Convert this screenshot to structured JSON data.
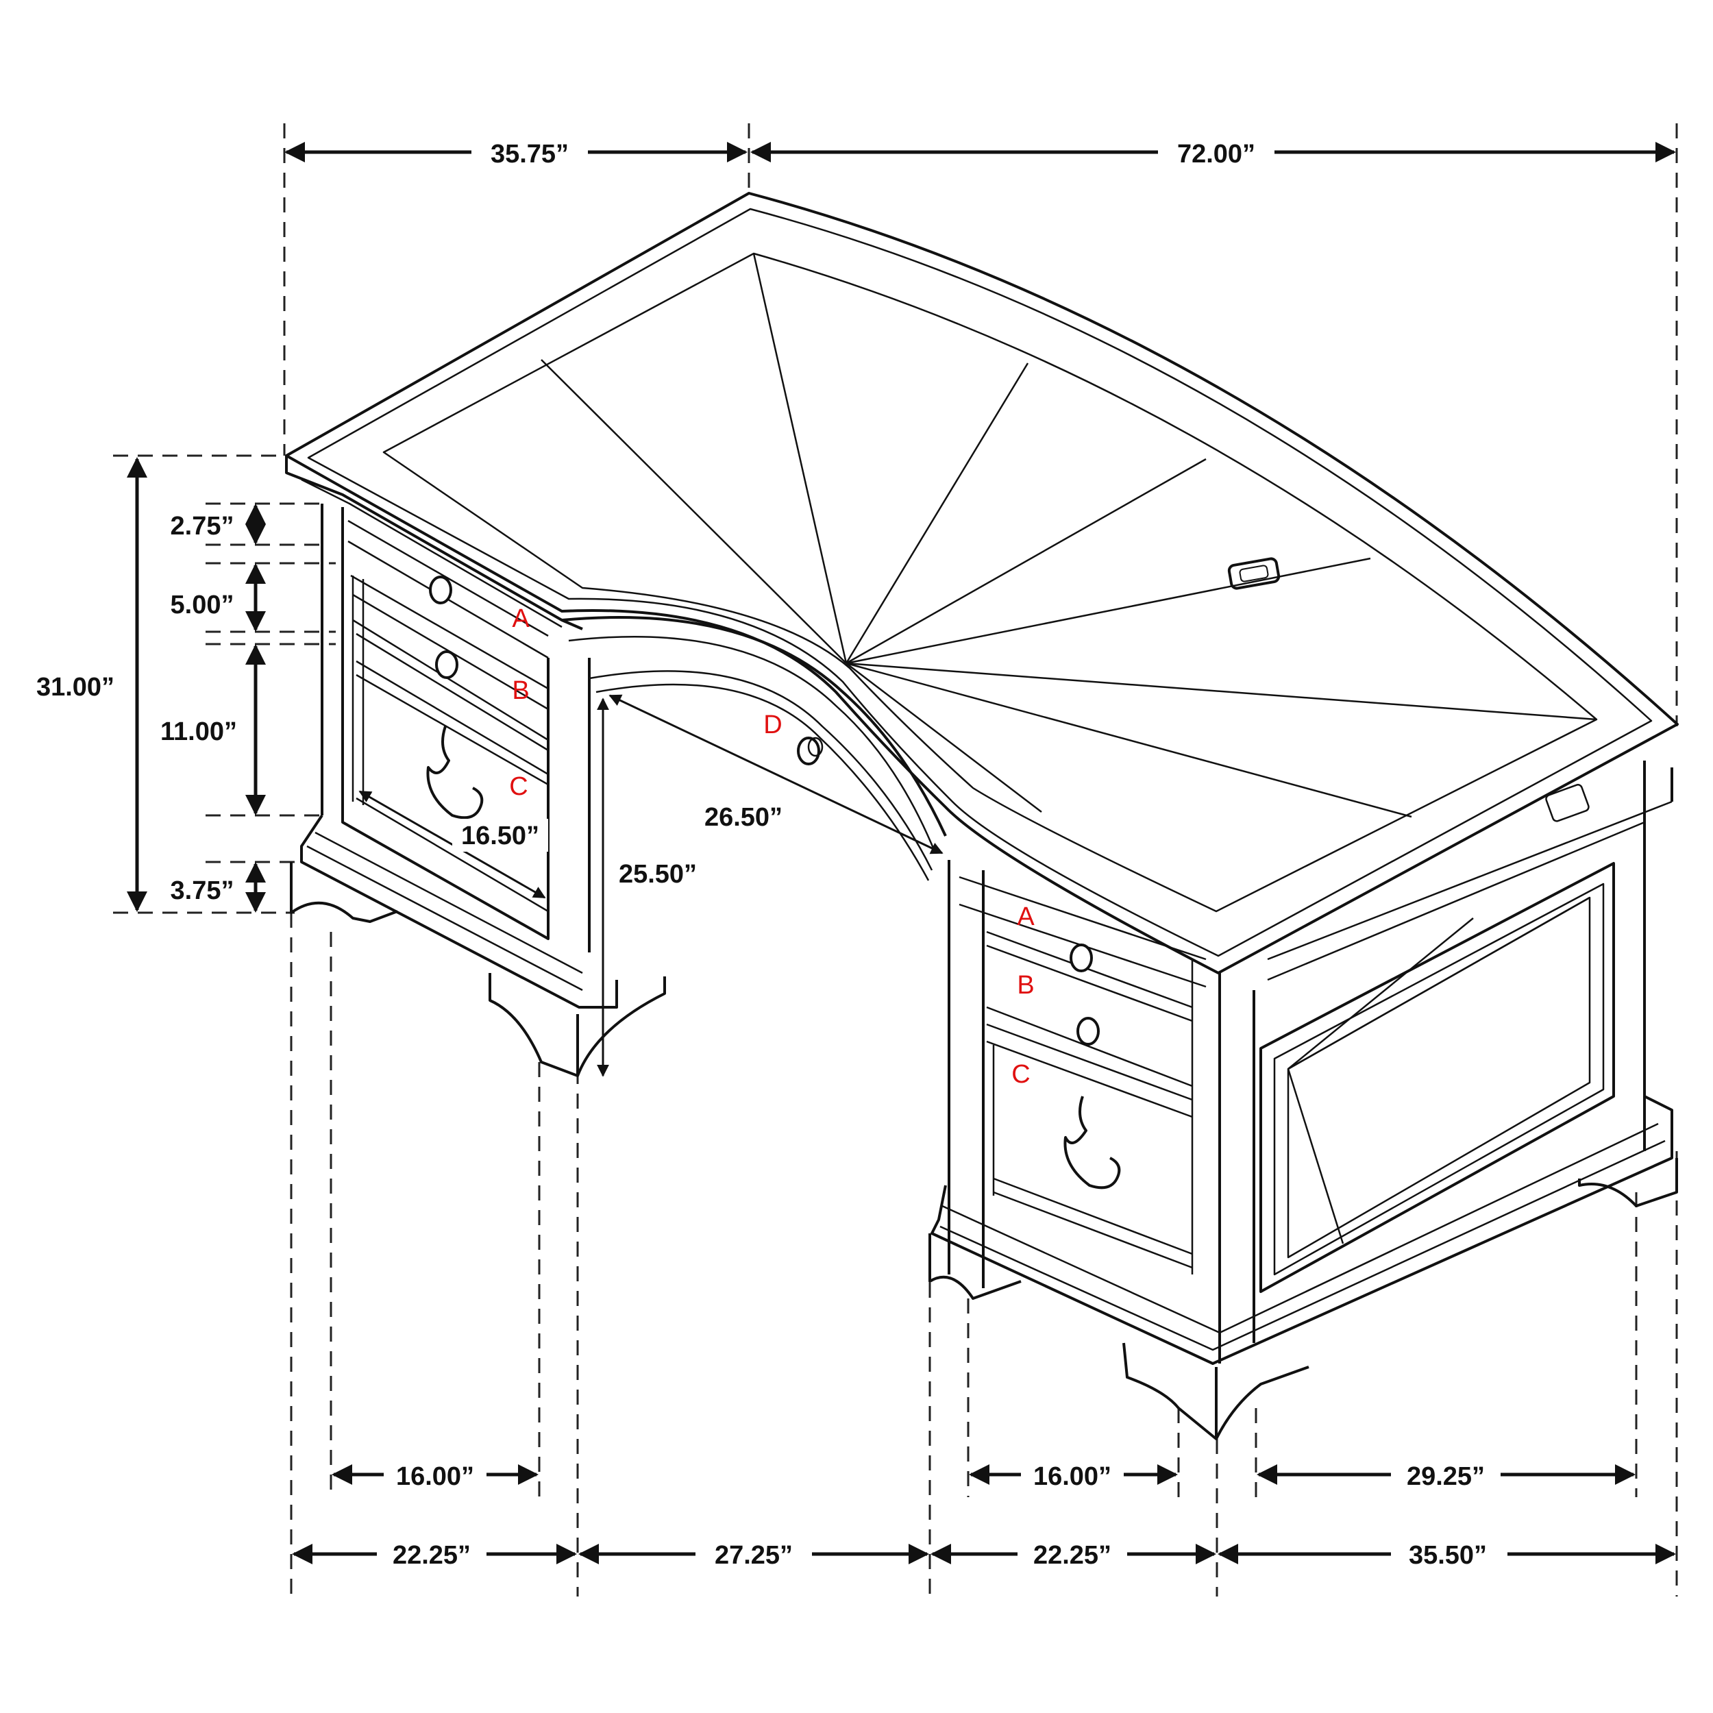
{
  "diagram": {
    "subject": "Executive desk dimension drawing",
    "accent_color": "#e01010",
    "line_color": "#111111"
  },
  "dimensions": {
    "top_left_depth": "35.75”",
    "top_width": "72.00”",
    "total_height": "31.00”",
    "drawer_a_height": "2.75”",
    "drawer_b_height": "5.00”",
    "drawer_c_height": "11.00”",
    "base_height": "3.75”",
    "drawer_c_depth": "16.50”",
    "knee_height": "25.50”",
    "knee_depth": "26.50”",
    "left_pedestal_inner": "16.00”",
    "right_pedestal_inner": "16.00”",
    "right_side_inner": "29.25”",
    "bottom_left_pedestal": "22.25”",
    "bottom_knee_space": "27.25”",
    "bottom_right_pedestal": "22.25”",
    "bottom_right_side": "35.50”"
  },
  "drawer_labels": {
    "left_a": "A",
    "left_b": "B",
    "left_c": "C",
    "center_d": "D",
    "right_a": "A",
    "right_b": "B",
    "right_c": "C"
  }
}
